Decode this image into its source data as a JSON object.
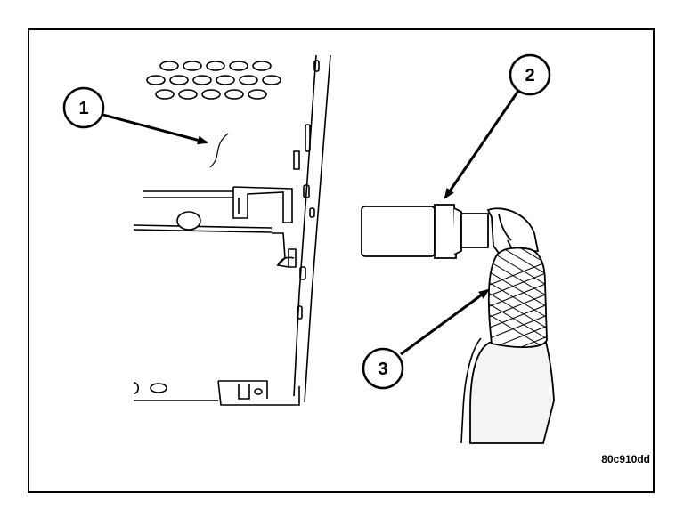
{
  "callouts": [
    {
      "label": "1"
    },
    {
      "label": "2"
    },
    {
      "label": "3"
    }
  ],
  "illustration_code": "80c910dd",
  "colors": {
    "line": "#000000",
    "background": "#ffffff",
    "hose_fill": "#f4f4f4"
  }
}
